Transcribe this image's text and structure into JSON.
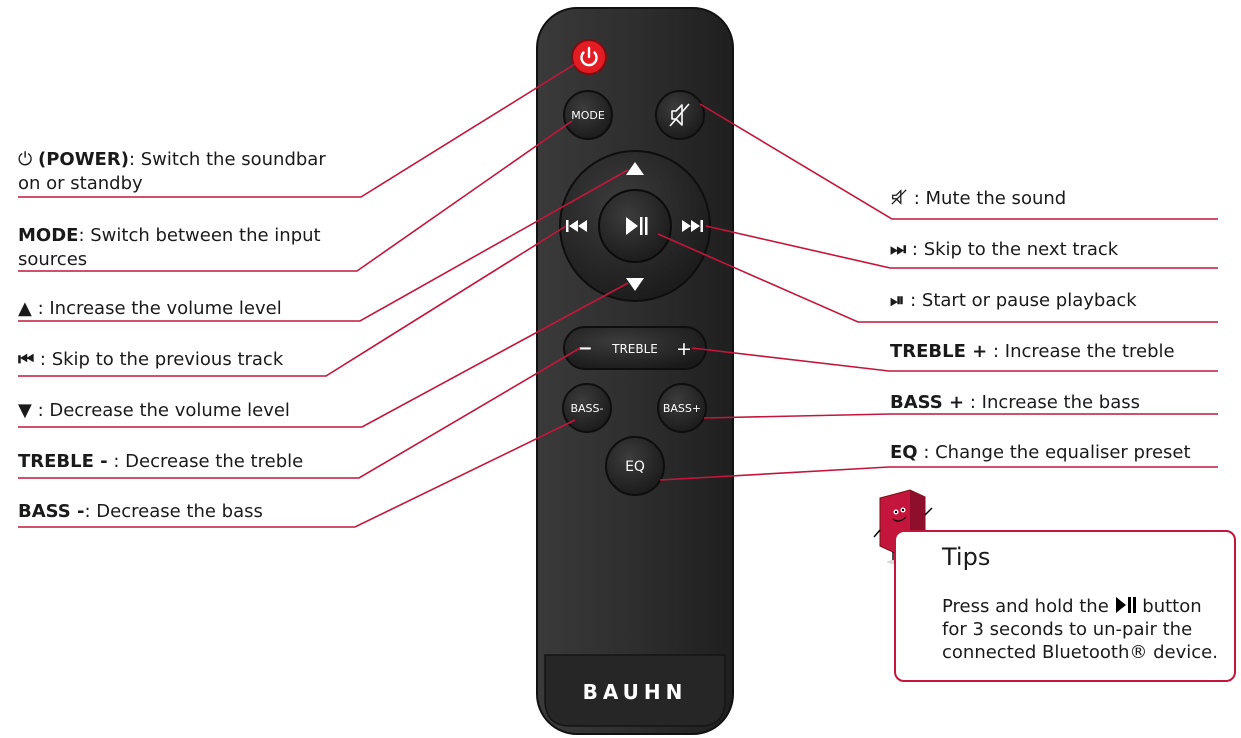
{
  "labels_left": [
    {
      "id": "power",
      "icon": "⏻",
      "bold": "(POWER)",
      "text": ": Switch the soundbar",
      "text2": "on or standby"
    },
    {
      "id": "mode",
      "bold": "MODE",
      "text": ": Switch between the input",
      "text2": "sources"
    },
    {
      "id": "vol-up",
      "glyph": "▲",
      "text": " : Increase the volume level"
    },
    {
      "id": "prev",
      "glyph": "⏮",
      "text": " : Skip to the previous track"
    },
    {
      "id": "vol-down",
      "glyph": "▼",
      "text": " : Decrease the volume level"
    },
    {
      "id": "treble-minus",
      "bold": "TREBLE -",
      "text": " : Decrease the treble"
    },
    {
      "id": "bass-minus",
      "bold": "BASS -",
      "text": ": Decrease the bass"
    }
  ],
  "labels_right": [
    {
      "id": "mute",
      "icon": "mute-icon",
      "text": " : Mute the sound"
    },
    {
      "id": "next",
      "glyph": "⏭",
      "text": " : Skip to the next track"
    },
    {
      "id": "play",
      "glyph": "⏯",
      "text": " : Start or pause playback"
    },
    {
      "id": "treble-plus",
      "bold": "TREBLE +",
      "text": " : Increase the treble"
    },
    {
      "id": "bass-plus",
      "bold": "BASS +",
      "text": " : Increase the bass"
    },
    {
      "id": "eq",
      "bold": "EQ",
      "text": " : Change the equaliser preset"
    }
  ],
  "remote": {
    "mode_label": "MODE",
    "treble_label": "TREBLE",
    "treble_minus": "−",
    "treble_plus": "+",
    "bass_minus_label": "BASS-",
    "bass_plus_label": "BASS+",
    "eq_label": "EQ",
    "brand": "BAUHN"
  },
  "tips": {
    "title": "Tips",
    "line1_before": "Press and hold the",
    "line1_after": "button",
    "line2": "for 3 seconds to un-pair the",
    "line3": "connected Bluetooth® device."
  },
  "colors": {
    "leader": "#c4163c",
    "remote_body": "#2b2b2b",
    "power_button": "#e31b23"
  }
}
